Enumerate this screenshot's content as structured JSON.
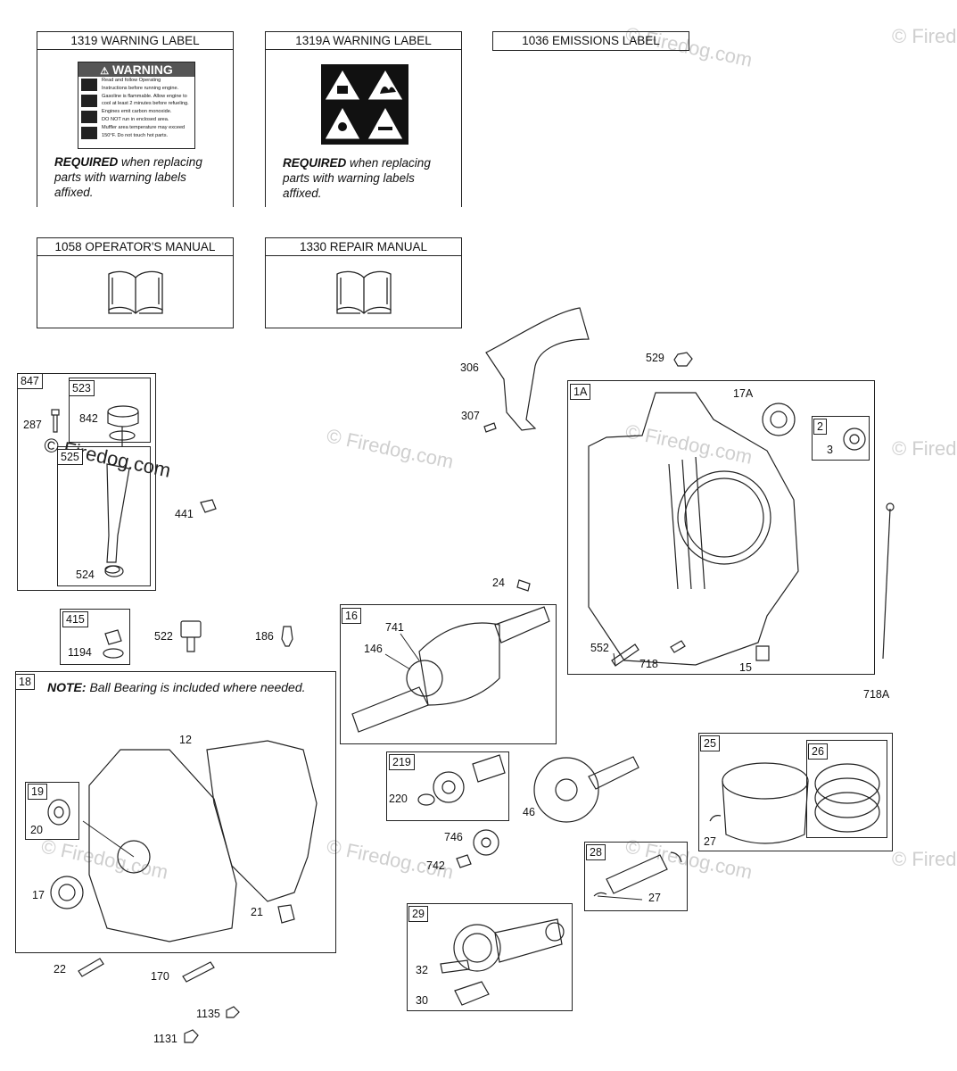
{
  "labels_panel": {
    "warning_label_title": "1319 WARNING LABEL",
    "warning_label_a_title": "1319A WARNING LABEL",
    "emissions_label_title": "1036 EMISSIONS LABEL",
    "operators_manual_title": "1058 OPERATOR'S MANUAL",
    "repair_manual_title": "1330 REPAIR MANUAL",
    "warning_heading": "WARNING",
    "warning_lines": [
      "Read and follow Operating",
      "Instructions before running engine.",
      "Gasoline is flammable. Allow engine to",
      "cool at least 2 minutes before refueling.",
      "Engines emit carbon monoxide.",
      "DO NOT run in enclosed area.",
      "Muffler area temperature may exceed",
      "150°F. Do not touch hot parts."
    ],
    "required_bold": "REQUIRED",
    "required_rest_1": " when replacing",
    "required_line_2": "parts with warning labels",
    "required_line_3": "affixed."
  },
  "groups": {
    "g847": "847",
    "g523": "523",
    "g525": "525",
    "g415": "415",
    "g18": "18",
    "g19": "19",
    "g16": "16",
    "g1A": "1A",
    "g2": "2",
    "g219": "219",
    "g25": "25",
    "g26": "26",
    "g28": "28",
    "g29": "29"
  },
  "note": {
    "bold": "NOTE:",
    "text": " Ball Bearing is included where needed."
  },
  "callouts": {
    "c287": "287",
    "c842": "842",
    "c524": "524",
    "c441": "441",
    "c1194": "1194",
    "c522": "522",
    "c186": "186",
    "c12": "12",
    "c20": "20",
    "c17": "17",
    "c21": "21",
    "c22": "22",
    "c170": "170",
    "c1135": "1135",
    "c1131": "1131",
    "c306": "306",
    "c307": "307",
    "c529": "529",
    "c17A": "17A",
    "c3": "3",
    "c24": "24",
    "c741": "741",
    "c146": "146",
    "c552": "552",
    "c718": "718",
    "c15": "15",
    "c718A": "718A",
    "c220": "220",
    "c46": "46",
    "c746": "746",
    "c742": "742",
    "c27a": "27",
    "c27b": "27",
    "c32": "32",
    "c30": "30"
  },
  "watermark": {
    "text": "© Firedog.com",
    "short": "© Firedo"
  }
}
